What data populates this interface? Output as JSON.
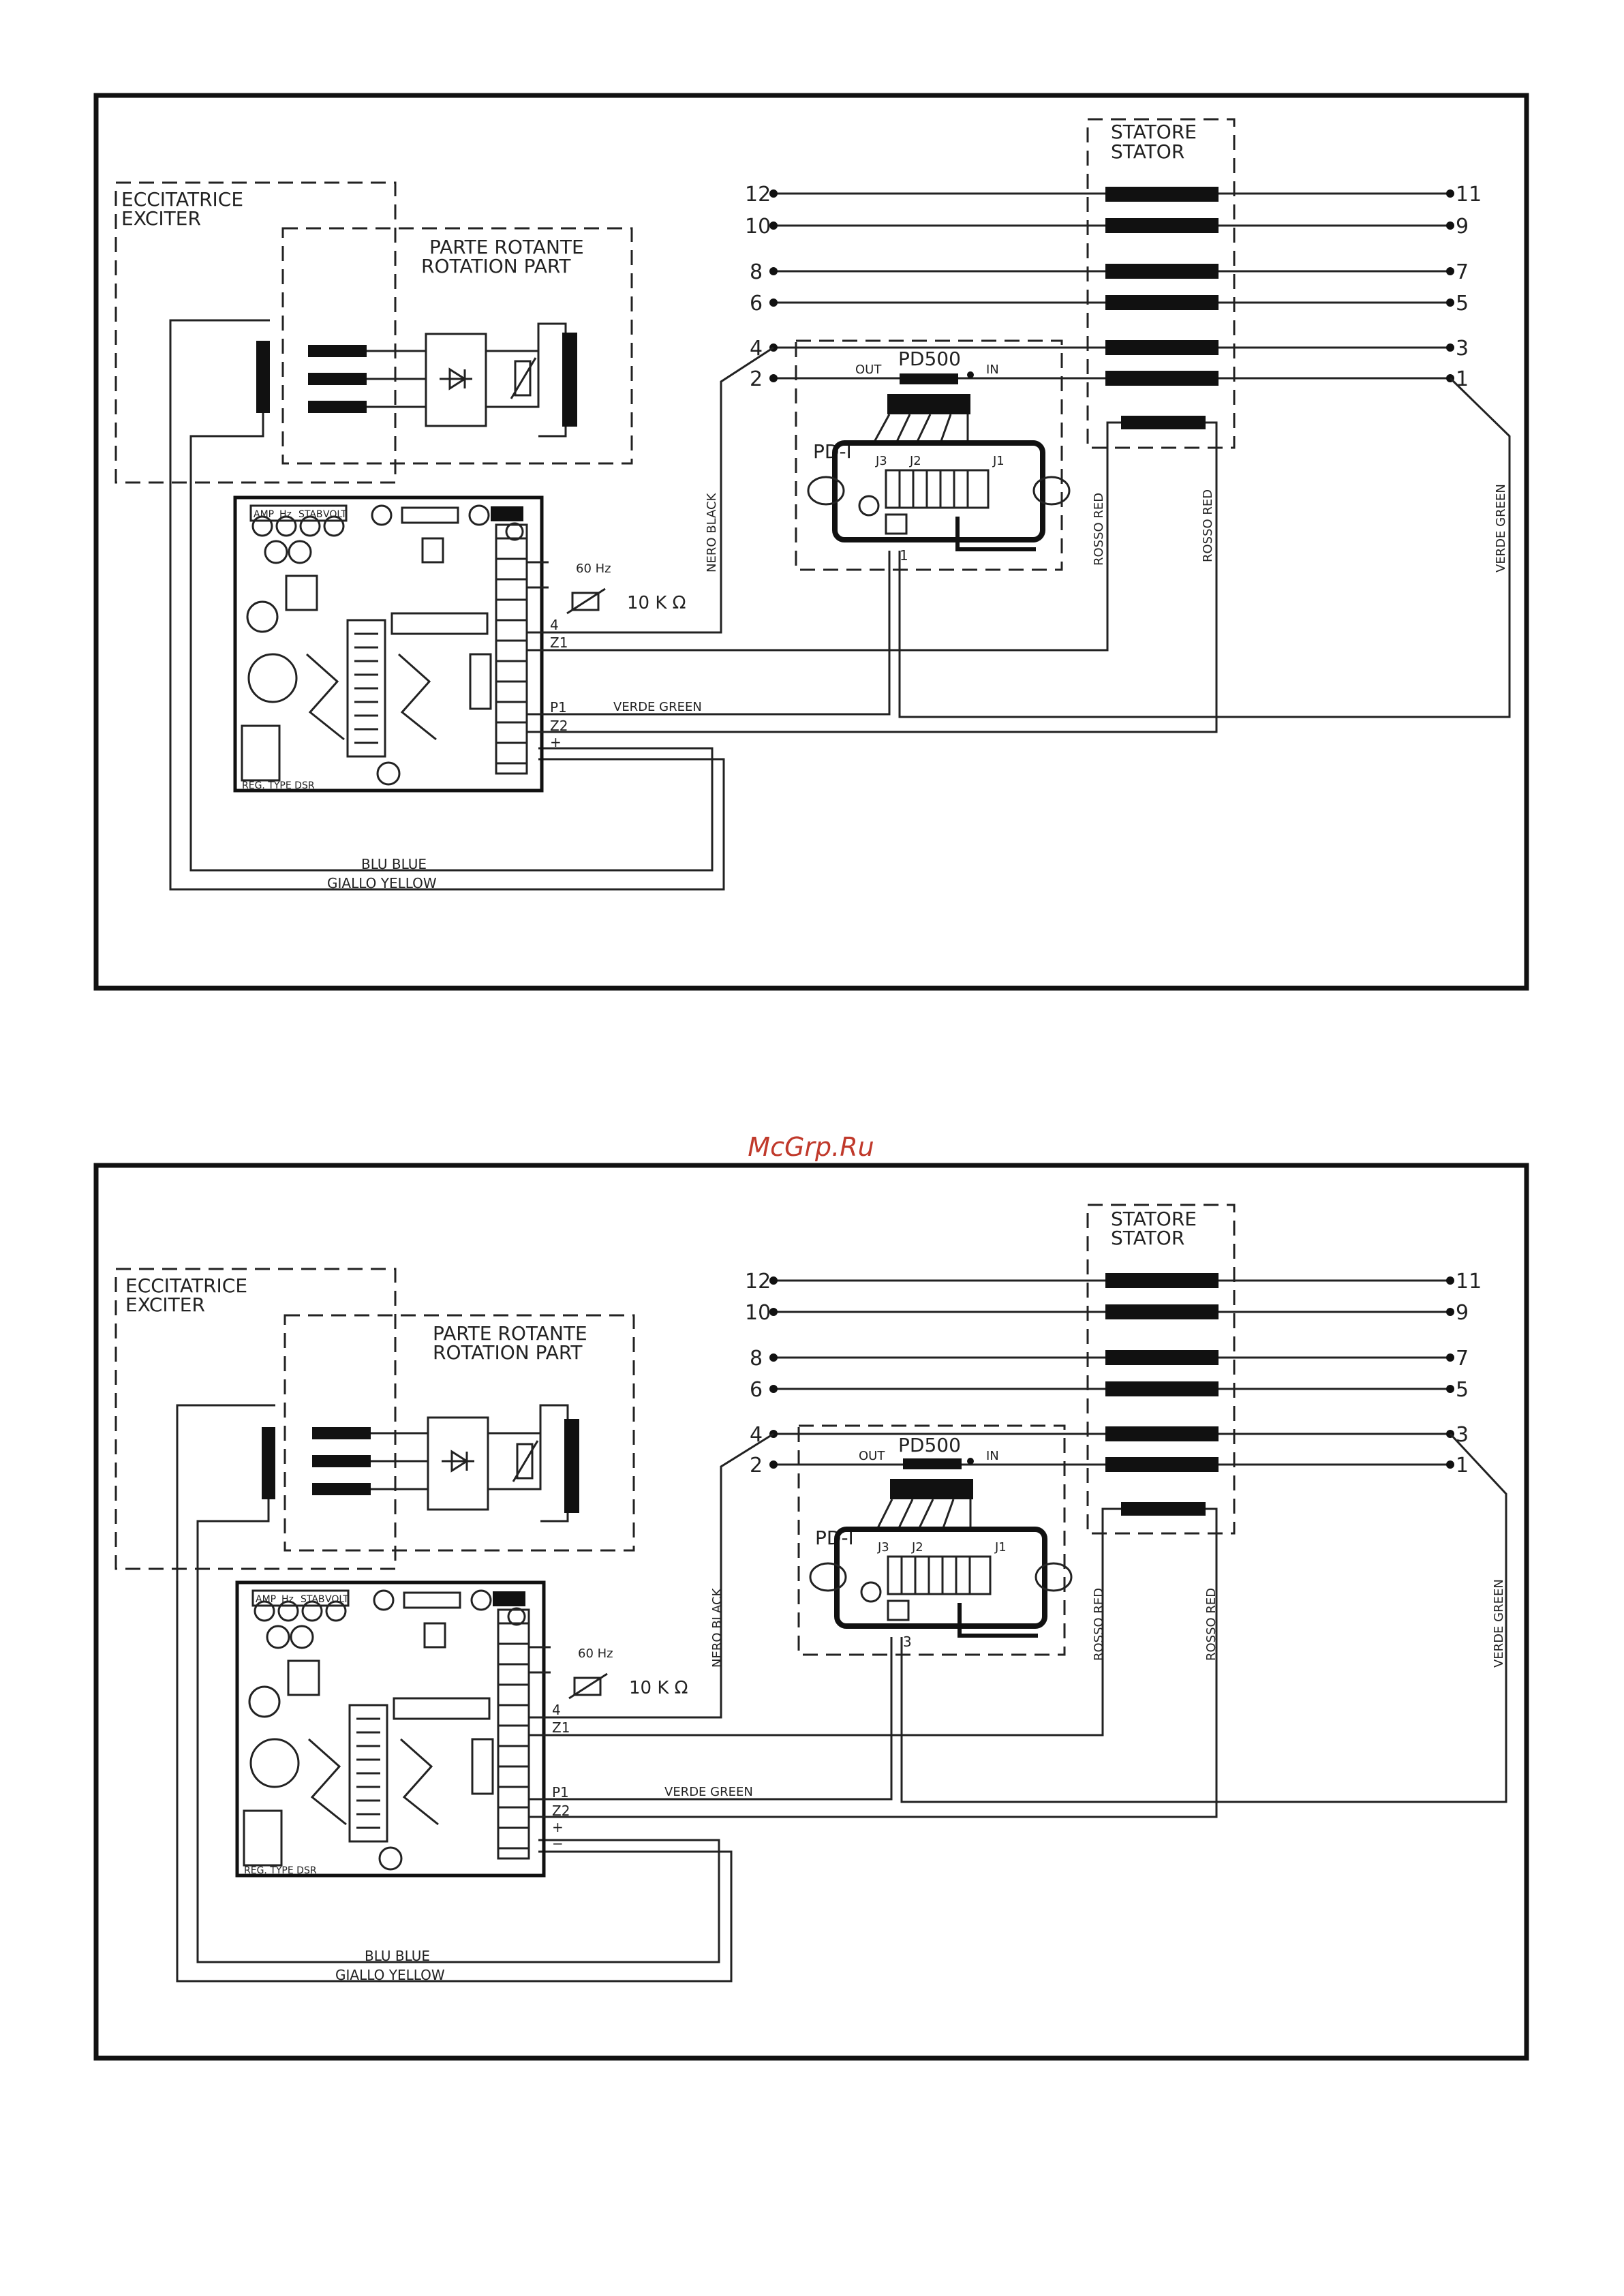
{
  "watermark": "McGrp.Ru",
  "diagrams": [
    {
      "exciter": [
        "ECCITATRICE",
        "EXCITER"
      ],
      "rotating": [
        "PARTE ROTANTE",
        "ROTATION PART"
      ],
      "stator": [
        "STATORE",
        "STATOR"
      ],
      "terminals_left": [
        "12",
        "10",
        "8",
        "6",
        "4",
        "2"
      ],
      "terminals_right": [
        "11",
        "9",
        "7",
        "5",
        "3",
        "1"
      ],
      "pd500": "PD500",
      "pd500_out": "OUT",
      "pd500_in": "IN",
      "pd1": "PD-I",
      "jumpers": [
        "J3",
        "J2",
        "J1"
      ],
      "pd1_terminal": "1",
      "hz": "60 Hz",
      "pot": "10 K Ω",
      "avr_pins": [
        "4",
        "Z1",
        "P1",
        "Z2",
        "+",
        "−"
      ],
      "avr_type": "REG. TYPE DSR",
      "avr_top": [
        "AMP",
        "Hz",
        "STAB",
        "VOLT"
      ],
      "wire_black": "NERO BLACK",
      "wire_red1": "ROSSO RED",
      "wire_red2": "ROSSO RED",
      "wire_green_v": "VERDE GREEN",
      "wire_green_h": "VERDE GREEN",
      "wire_blue": "BLU BLUE",
      "wire_yellow": "GIALLO YELLOW"
    },
    {
      "exciter": [
        "ECCITATRICE",
        "EXCITER"
      ],
      "rotating": [
        "PARTE ROTANTE",
        "ROTATION PART"
      ],
      "stator": [
        "STATORE",
        "STATOR"
      ],
      "terminals_left": [
        "12",
        "10",
        "8",
        "6",
        "4",
        "2"
      ],
      "terminals_right": [
        "11",
        "9",
        "7",
        "5",
        "3",
        "1"
      ],
      "pd500": "PD500",
      "pd500_out": "OUT",
      "pd500_in": "IN",
      "pd1": "PD-I",
      "jumpers": [
        "J3",
        "J2",
        "J1"
      ],
      "pd1_terminal": "3",
      "hz": "60 Hz",
      "pot": "10 K Ω",
      "avr_pins": [
        "4",
        "Z1",
        "P1",
        "Z2",
        "+",
        "−"
      ],
      "avr_type": "REG. TYPE DSR",
      "avr_top": [
        "AMP",
        "Hz",
        "STAB",
        "VOLT"
      ],
      "wire_black": "NERO BLACK",
      "wire_red1": "ROSSO RED",
      "wire_red2": "ROSSO RED",
      "wire_green_v": "VERDE GREEN",
      "wire_green_h": "VERDE GREEN",
      "wire_blue": "BLU BLUE",
      "wire_yellow": "GIALLO YELLOW"
    }
  ]
}
